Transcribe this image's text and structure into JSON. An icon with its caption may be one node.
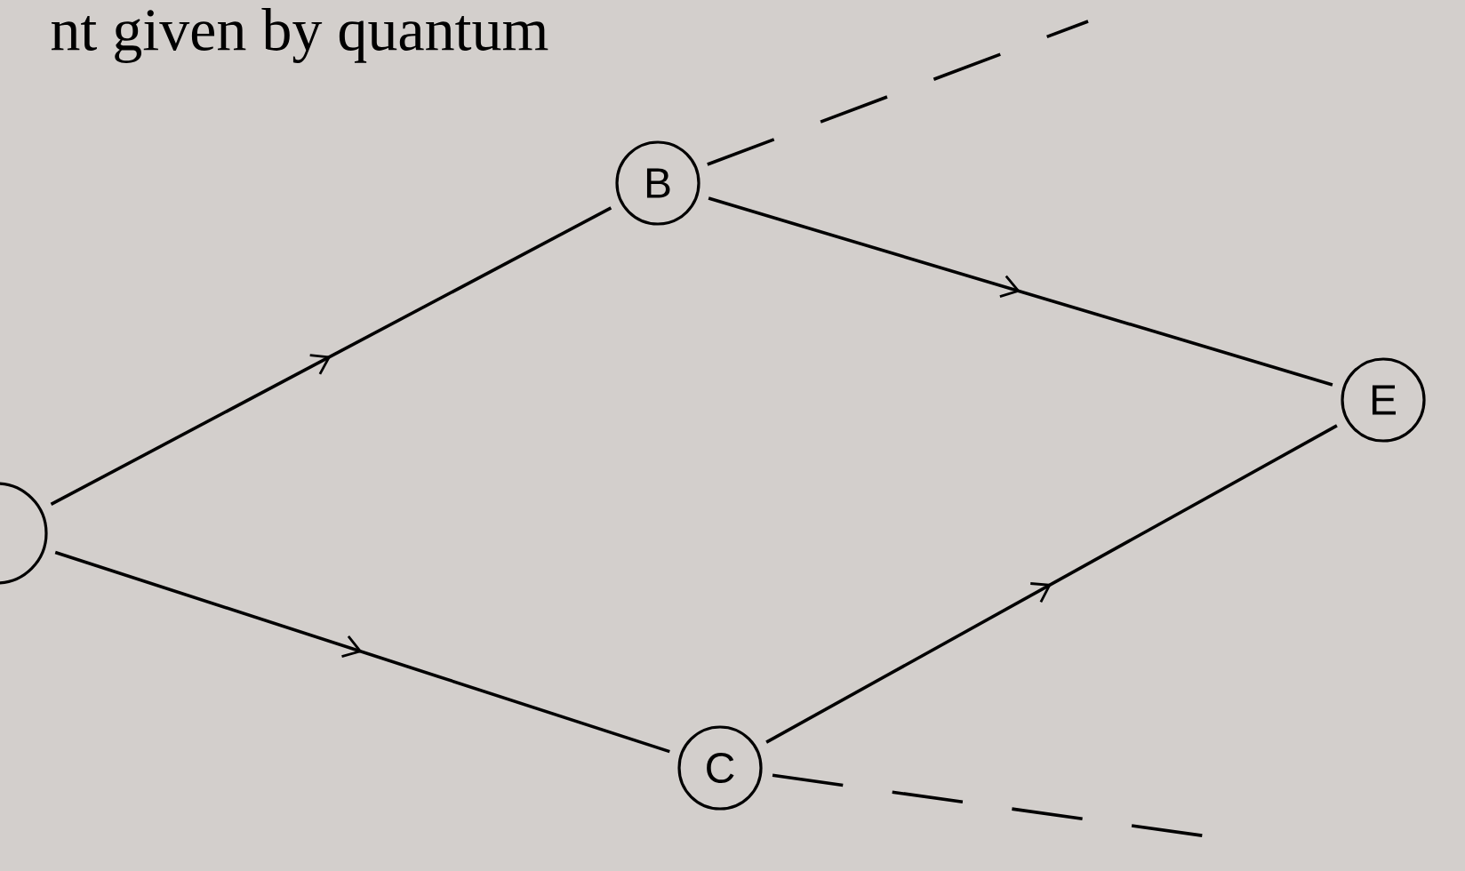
{
  "diagram": {
    "nodes": [
      {
        "text": [],
        "shape": "circle"
      },
      {
        "text": [
          "B"
        ]
      },
      {
        "text": [
          "C"
        ]
      },
      {
        "text": [
          "E"
        ]
      }
    ],
    "edges": [
      {
        "from": 0,
        "to": 1,
        "arrow": "to"
      },
      {
        "from": 0,
        "to": 2,
        "arrow": "to"
      },
      {
        "from": 1,
        "to": 3,
        "arrow": "to"
      },
      {
        "from": 2,
        "to": 3,
        "arrow": "to"
      },
      {
        "from": 1,
        "to": null,
        "arrow": "none",
        "style": "dashed"
      },
      {
        "from": 2,
        "to": null,
        "arrow": "none",
        "style": "dashed"
      }
    ],
    "labels": [
      "nt given by quantum"
    ]
  }
}
